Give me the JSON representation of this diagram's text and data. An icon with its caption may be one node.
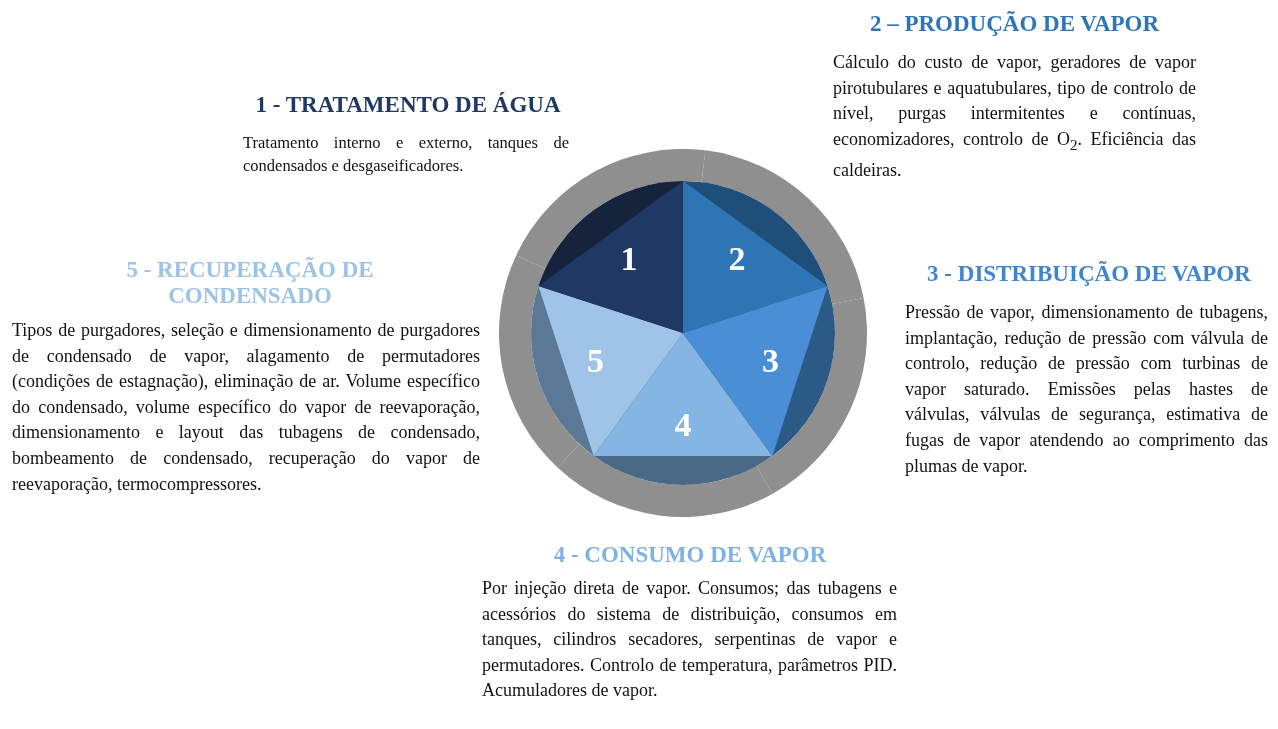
{
  "diagram": {
    "nodes": [
      {
        "text": [
          "1"
        ]
      },
      {
        "text": [
          "2"
        ]
      },
      {
        "text": [
          "3"
        ]
      },
      {
        "text": [
          "4"
        ]
      },
      {
        "text": [
          "5"
        ]
      }
    ],
    "labels": [
      "1 - TRATAMENTO DE ÁGUA",
      "Tratamento interno e externo, tanques de condensados e desgaseificadores.",
      "2 – PRODUÇÃO DE VAPOR",
      "Cálculo do custo de vapor, geradores de vapor pirotubulares e aquatubulares, tipo de controlo de nível, purgas intermitentes e contínuas, economizadores, controlo de O$_{2}$. Eficiência das caldeiras.",
      "3 - DISTRIBUIÇÃO DE VAPOR",
      "Pressão de vapor, dimensionamento de tubagens, implantação, redução de pressão com válvula de controlo, redução de pressão com turbinas de vapor saturado. Emissões pelas hastes de válvulas, válvulas de segurança, estimativa de fugas de vapor atendendo ao comprimento das plumas de vapor.",
      "4 - CONSUMO DE VAPOR",
      "Por injeção direta de vapor. Consumos; das tubagens e acessórios do sistema de distribuição, consumos em tanques, cilindros secadores, serpentinas de vapor e permutadores. Controlo de temperatura, parâmetros PID. Acumuladores de vapor.",
      "5 - RECUPERAÇÃO DE CONDENSADO",
      "Tipos de purgadores, seleção e dimensionamento de purgadores de condensado de vapor, alagamento de permutadores (condições de estagnação), eliminação de ar. Volume específico do condensado, volume específico do vapor de reevaporação, dimensionamento e layout das tubagens de condensado, bombeamento de condensado, recuperação do vapor de reevaporação, termocompressores."
    ]
  }
}
